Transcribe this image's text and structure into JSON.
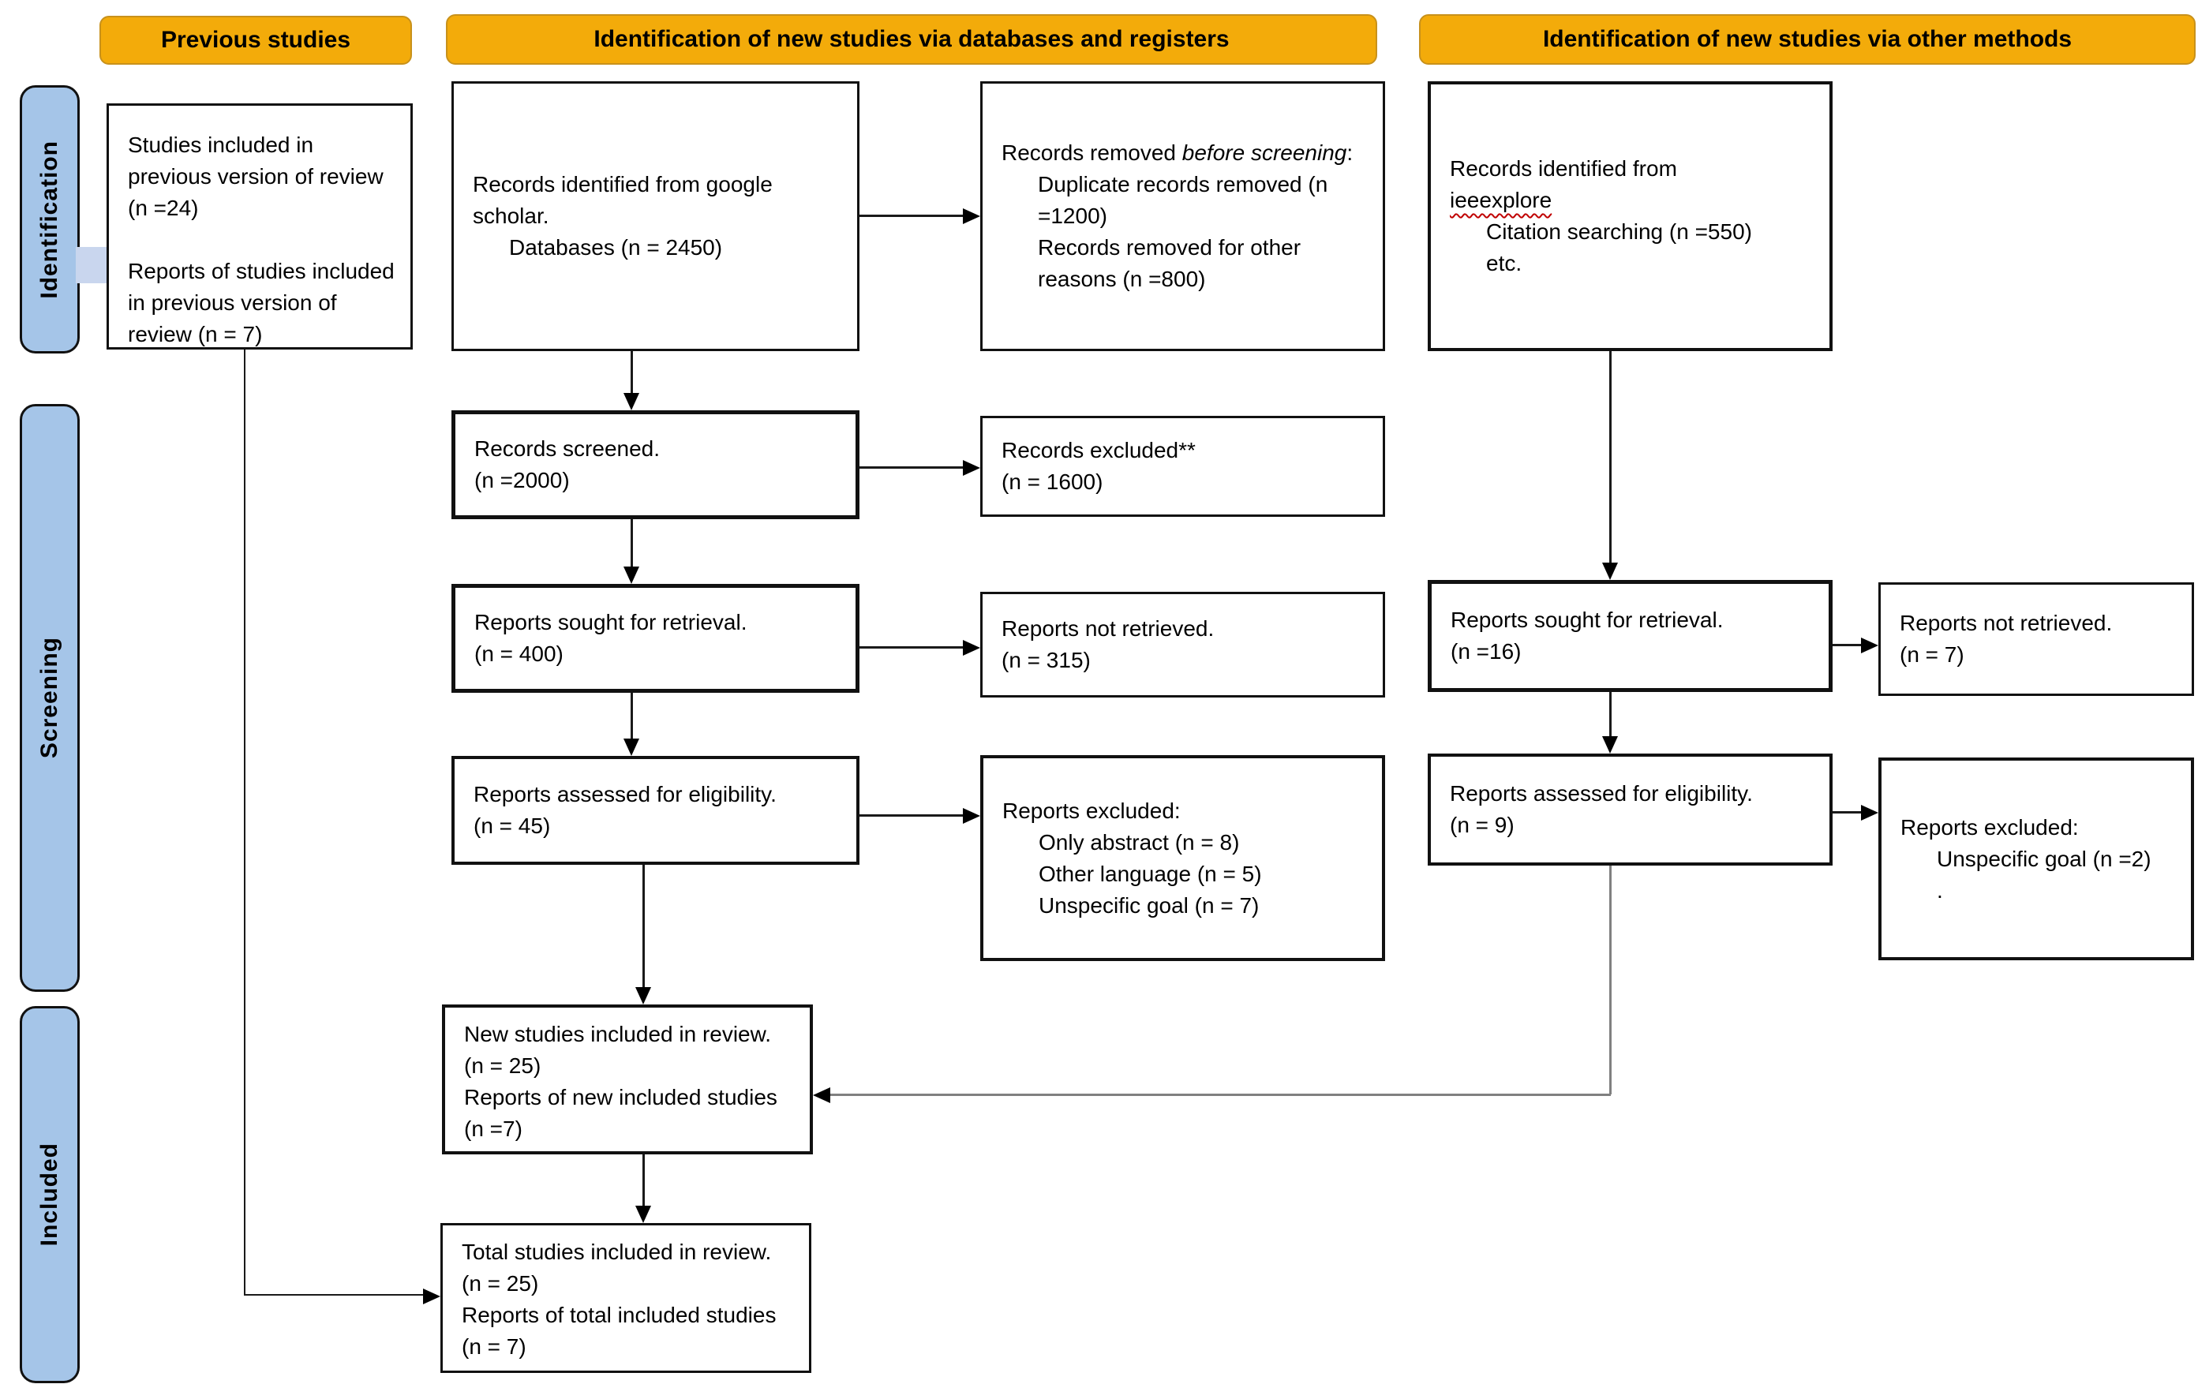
{
  "colors": {
    "header_bg": "#F3AB0A",
    "header_border": "#C8911B",
    "stage_bg": "#A5C5E8",
    "stage_border": "#111111",
    "box_border": "#111111",
    "arrow": "#1a1a1a",
    "gray_connector": "#808080",
    "misspell_underline": "#C00000",
    "artifact": "#C9D6EE"
  },
  "headers": {
    "previous": "Previous studies",
    "databases": "Identification of new studies via databases and registers",
    "other": "Identification of new studies via other methods"
  },
  "stages": {
    "identification": "Identification",
    "screening": "Screening",
    "included": "Included"
  },
  "boxes": {
    "previous_studies": {
      "para1": "Studies included in previous version of review (n =24)",
      "para2": "Reports of studies included in previous version of review (n = 7)"
    },
    "db_identified": {
      "line1": "Records identified from google scholar.",
      "indent1": "Databases (n = 2450)"
    },
    "db_removed": {
      "prefix": "Records removed ",
      "italic": "before screening",
      "suffix": ":",
      "items": [
        "Duplicate records removed (n =1200)",
        "Records removed for other reasons (n =800)"
      ]
    },
    "records_screened": {
      "line1": "Records screened.",
      "line2": "(n =2000)"
    },
    "records_excluded": {
      "line1": "Records excluded**",
      "line2": "(n = 1600)"
    },
    "db_sought": {
      "line1": "Reports sought for retrieval.",
      "line2": "(n = 400)"
    },
    "db_not_retrieved": {
      "line1": "Reports not retrieved.",
      "line2": "(n = 315)"
    },
    "db_assessed": {
      "line1": "Reports assessed for eligibility.",
      "line2": "(n = 45)"
    },
    "db_excluded": {
      "line1": "Reports excluded:",
      "items": [
        "Only abstract (n = 8)",
        "Other language (n = 5)",
        "Unspecific goal (n = 7)"
      ]
    },
    "other_identified": {
      "line1": "Records identified from",
      "misspelled": "ieeexplore",
      "items": [
        "Citation searching (n =550)",
        "etc."
      ]
    },
    "other_sought": {
      "line1": "Reports sought for retrieval.",
      "line2": "(n =16)"
    },
    "other_not_retrieved": {
      "line1": "Reports not retrieved.",
      "line2": "(n = 7)"
    },
    "other_assessed": {
      "line1": "Reports assessed for eligibility.",
      "line2": "(n = 9)"
    },
    "other_excluded": {
      "line1": "Reports excluded:",
      "items": [
        "Unspecific goal (n =2)",
        "."
      ]
    },
    "new_included": {
      "line1": "New studies included in review.",
      "line2": "(n = 25)",
      "line3": "Reports of new included studies",
      "line4": "(n =7)"
    },
    "total_included": {
      "line1": "Total studies included in review.",
      "line2": "(n = 25)",
      "line3": "Reports of total included studies",
      "line4": "(n = 7)"
    }
  }
}
